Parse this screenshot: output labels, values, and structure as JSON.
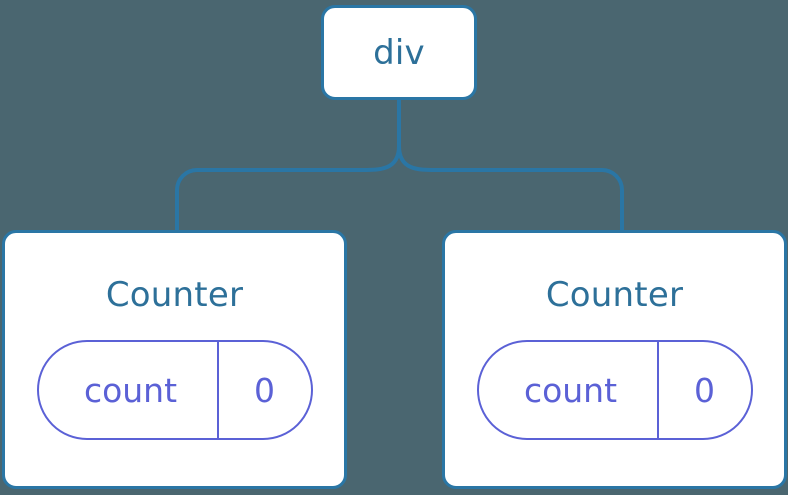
{
  "diagram": {
    "type": "component-tree",
    "background_color": "#4a6670",
    "node_border_color": "#2a76a5",
    "node_fill_color": "#ffffff",
    "node_text_color": "#2d7099",
    "state_accent_color": "#5b61d6",
    "connector_color": "#2a76a5",
    "root": {
      "label": "div"
    },
    "children": [
      {
        "label": "Counter",
        "state": {
          "key": "count",
          "value": "0"
        }
      },
      {
        "label": "Counter",
        "state": {
          "key": "count",
          "value": "0"
        }
      }
    ]
  }
}
